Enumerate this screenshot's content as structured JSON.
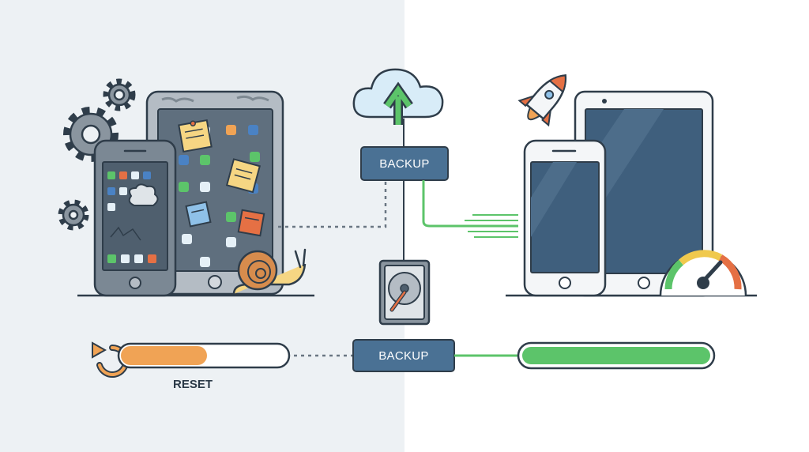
{
  "labels": {
    "backup_top": "BACKUP",
    "backup_bottom": "BACKUP",
    "reset": "RESET"
  },
  "icons": [
    "gear-icon",
    "sticky-note-icon",
    "snail-icon",
    "cloud-upload-icon",
    "hard-drive-icon",
    "rocket-icon",
    "speedometer-icon",
    "reset-arrow-icon"
  ],
  "progress": {
    "reset_bar_fraction": 0.52,
    "backup_bar_fraction": 1.0
  },
  "colors": {
    "left_bg": "#edf1f4",
    "right_bg": "#ffffff",
    "label_fill": "#4a7194",
    "outline": "#2f3d4a",
    "green": "#5cc46a",
    "orange": "#f0a355",
    "screen_blue": "#3f5f7d",
    "device_gray": "#7b8894"
  }
}
